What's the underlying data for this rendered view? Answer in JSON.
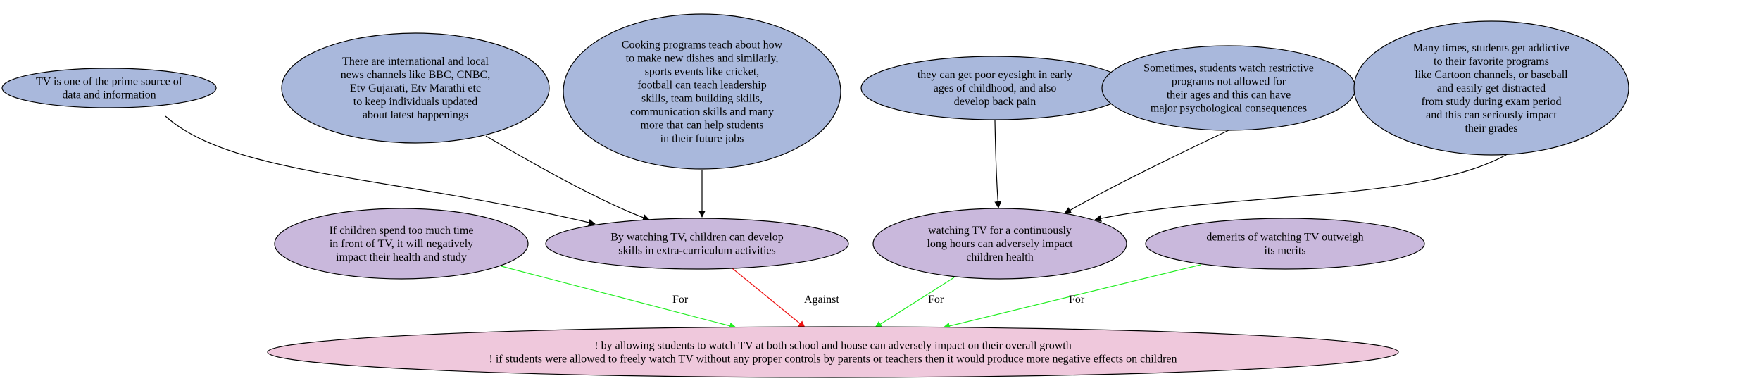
{
  "colors": {
    "premise_fill": "#a9b8dc",
    "claim_fill": "#c9b8dc",
    "conclusion_fill": "#efc8dc",
    "outline": "#000000",
    "support_edge": "#000000",
    "for_edge": "#22ee22",
    "against_edge": "#ee1111"
  },
  "nodes": {
    "n1": {
      "lines": [
        "TV is one of the prime source of",
        "data and information"
      ]
    },
    "n2": {
      "lines": [
        "There are international and local",
        "news channels like BBC, CNBC,",
        "Etv Gujarati, Etv Marathi etc",
        "to keep individuals updated",
        "about latest happenings"
      ]
    },
    "n3": {
      "lines": [
        "Cooking programs teach about how",
        "to make new dishes and similarly,",
        "sports events like cricket,",
        "football can teach leadership",
        "skills, team building skills,",
        "communication skills and many",
        "more that can help students",
        "in their future jobs"
      ]
    },
    "n4": {
      "lines": [
        "they can get poor eyesight in early",
        "ages of childhood, and also",
        "develop back pain"
      ]
    },
    "n5": {
      "lines": [
        "Sometimes, students watch restrictive",
        "programs not allowed for",
        "their ages and this can have",
        "major psychological consequences"
      ]
    },
    "n6": {
      "lines": [
        "Many times, students get addictive",
        "to their favorite programs",
        "like Cartoon channels, or baseball",
        "and easily get distracted",
        "from study during exam period",
        "and this can seriously impact",
        "their grades"
      ]
    },
    "c1": {
      "lines": [
        "If children spend too much time",
        "in front of TV, it will negatively",
        "impact their health and study"
      ]
    },
    "c2": {
      "lines": [
        "By watching TV, children can develop",
        "skills in extra-curriculum activities"
      ]
    },
    "c3": {
      "lines": [
        "watching TV for a continuously",
        "long hours can adversely impact",
        "children health"
      ]
    },
    "c4": {
      "lines": [
        "demerits of watching TV outweigh",
        "its merits"
      ]
    },
    "root": {
      "lines": [
        "! by allowing students to watch TV at both school and house can adversely impact on their overall growth",
        "! if students were allowed to freely watch TV without any proper controls by parents or teachers then it would produce more negative effects on children"
      ]
    }
  },
  "edges": {
    "c1_root": {
      "label": "For",
      "relation": "for"
    },
    "c2_root": {
      "label": "Against",
      "relation": "against"
    },
    "c3_root": {
      "label": "For",
      "relation": "for"
    },
    "c4_root": {
      "label": "For",
      "relation": "for"
    },
    "n1_c2": {
      "label": "",
      "relation": "support"
    },
    "n2_c2": {
      "label": "",
      "relation": "support"
    },
    "n3_c2": {
      "label": "",
      "relation": "support"
    },
    "n4_c3": {
      "label": "",
      "relation": "support"
    },
    "n5_c3": {
      "label": "",
      "relation": "support"
    },
    "n6_c3": {
      "label": "",
      "relation": "support"
    }
  }
}
